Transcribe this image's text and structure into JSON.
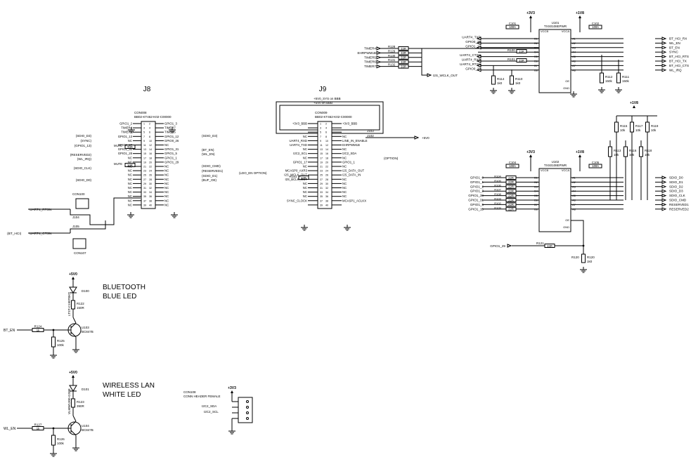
{
  "headers": {
    "j8": "J8",
    "j9": "J9",
    "bt_led": [
      "BLUETOOTH",
      "BLUE LED"
    ],
    "wl_led": [
      "WIRELESS LAN",
      "WHITE LED"
    ]
  },
  "con108": {
    "ref": "CON108",
    "name": "CONN HEADER FEMALE",
    "power": "+3V3",
    "sda": "I2C2_SDA",
    "scl": "I2C2_SCL"
  },
  "con8": {
    "ref": "CON008",
    "part": "BB02-KT462-K02-C00000",
    "left_nets": [
      "GPIO1_2",
      "TIMER4",
      "TIMER5",
      "GPIO1_13",
      "NC",
      "GPIO0_27",
      "GPIO1_30",
      "GPIO1_28",
      "NC",
      "NC",
      "NC",
      "NC",
      "NC",
      "NC",
      "NC",
      "NC",
      "NC",
      "NC",
      "NC",
      "NC"
    ],
    "right_nets": [
      "GPIO1_3",
      "TIMER7",
      "TIMER6",
      "GPIO1_12",
      "GPIO0_26",
      "NC",
      "GPIO1_31",
      "GPIO1_5",
      "GPIO1_1",
      "GPIO1_29",
      "NC",
      "NC",
      "NC",
      "NC",
      "NC",
      "NC",
      "NC",
      "NC",
      "NC",
      "NC"
    ],
    "left_side": [
      "(SDIO_D3)",
      "(SYNC)",
      "(GPIO1_13)",
      "(RESERVED2)",
      "(WL_IRQ)",
      "(SDIO_CLK)",
      "(SDIO_D0)"
    ],
    "right_side": [
      "(SDIO_D3)",
      "(BT_EN)",
      "(WL_EN)",
      "(SDIO_CMD)",
      "(RESERVED1)",
      "(SDIO_D1)",
      "(BUF_OE)"
    ],
    "mute": [
      "MUTE",
      "MUTE"
    ],
    "r33": [
      "33R",
      "33R"
    ]
  },
  "con9": {
    "ref": "CON009",
    "part": "BB02-KT462-K02-C00000",
    "top": [
      "+5V0_SYS on BBB",
      "+5V0 on BBB"
    ],
    "v33": "+3V3_BBB",
    "left_nets": [
      "+3V3_BBB",
      "",
      "",
      "NC",
      "UART4_RXD",
      "UART4_TXD",
      "NC",
      "I2C2_SCL",
      "NC",
      "GPIO1_17",
      "NC",
      "MCASP0_AXR3",
      "I2S_WCLK_OUT",
      "I2S_BCLK_OUT",
      "NC",
      "NC",
      "NC",
      "NC",
      "SYNC_CLOCK",
      ""
    ],
    "right_nets": [
      "+3V3_BBB",
      "",
      "",
      "NC",
      "LINE_IN_ENABLE",
      "EHRPWM1B",
      "NC",
      "I2C2_SDA",
      "NC",
      "GPIO1_1",
      "NC",
      "I2S_DATA_OUT",
      "I2S_DATA_IN",
      "NC",
      "NC",
      "NC",
      "NC",
      "NC",
      "MCASP1_ACLKX",
      ""
    ],
    "side": [
      "(OPTION)",
      "(LDO_EN OPTION)"
    ],
    "r161": "R161",
    "r161_val": "33R",
    "j103": "J103",
    "j102": "J102",
    "v5": "+5V0"
  },
  "jumpers": {
    "con100": "CON100",
    "con107": "CON107",
    "j104": "J104",
    "j105": "J105",
    "rtsn": "UART4_RTSN",
    "ctsn": "UART4_CTSN",
    "bt_hci": "(BT_HCI)"
  },
  "bt_circuit": {
    "vcc": "+5V0",
    "led_ref": "D100",
    "led_part": "LTST-C190TBKT",
    "r_top": "R122",
    "r_top_val": "150R",
    "q": "U103",
    "q_part": "BC847B",
    "r_base": "R124",
    "r_base_val": "1k",
    "r_pd": "R125",
    "r_pd_val": "100k",
    "net": "BT_EN"
  },
  "wl_circuit": {
    "vcc": "+5V0",
    "led_ref": "D101",
    "led_part": "VLMW1300-GS08",
    "r_top": "R123",
    "r_top_val": "390R",
    "q": "U104",
    "q_part": "BC847B",
    "r_base": "R127",
    "r_base_val": "1k",
    "r_pd": "R126",
    "r_pd_val": "100k",
    "net": "WL_EN"
  },
  "u101": {
    "ref": "U101",
    "part": "TXS0108EPWR",
    "vccb": "VCCB",
    "vcca": "VCCA",
    "gnd": "GND",
    "oe": "OE",
    "b_pins": [
      "B1",
      "B2",
      "B3",
      "B4",
      "B5",
      "B6",
      "B7",
      "B8"
    ],
    "a_pins": [
      "A1",
      "A2",
      "A3",
      "A4",
      "A5",
      "A6",
      "A7",
      "A8"
    ],
    "left_nets": [
      "UART4_TXD",
      "GPIO0_26",
      "GPIO1_12",
      "",
      "UART4_CTSN",
      "UART4_RXD",
      "UART4_RTSN",
      "GPIO0_27"
    ],
    "right_nets": [
      "BT_HCI_RX",
      "WL_EN",
      "BT_EN",
      "SYNC",
      "BT_HCI_RTS",
      "BT_HCI_TX",
      "BT_HCI_CTS",
      "WL_IRQ"
    ],
    "c_left": "C101",
    "c_left_val": "100n",
    "c_right": "C102",
    "c_right_val": "100n",
    "timers": [
      "TIMER4",
      "EHRPWM1B",
      "TIMER5",
      "TIMER6",
      "TIMER7"
    ],
    "rn": [
      "R128",
      "R129",
      "R130",
      "R131",
      "R132"
    ],
    "rn_val": "33R",
    "r100": "R100",
    "r101": "R101",
    "r100_val": "33R",
    "r114": "R114",
    "r114_val": "1k0",
    "r110": "R110",
    "r110_val": "1k0",
    "r112": "R112",
    "r112_val": "150k",
    "r111": "R111",
    "r111_val": "150k",
    "wclk": "I2S_WCLK_OUT",
    "v33": "+3V3",
    "v18": "+1V8"
  },
  "u102": {
    "ref": "U102",
    "part": "TXS0108EPWR",
    "vccb": "VCCB",
    "vcca": "VCCA",
    "gnd": "GND",
    "oe": "OE",
    "b_pins": [
      "B1",
      "B2",
      "B3",
      "B4",
      "B5",
      "B6",
      "B7",
      "B8"
    ],
    "a_pins": [
      "A1",
      "A2",
      "A3",
      "A4",
      "A5",
      "A6",
      "A7",
      "A8"
    ],
    "left_nets": [
      "GPIO1_0",
      "GPIO1_1",
      "GPIO1_2",
      "GPIO1_3",
      "GPIO1_30",
      "GPIO1_31",
      "GPIO1_5",
      "GPIO1_15"
    ],
    "right_nets": [
      "SDIO_D0",
      "SDIO_D1",
      "SDIO_D2",
      "SDIO_D3",
      "SDIO_CLK",
      "SDIO_CMD",
      "RESERVED1",
      "RESERVED2"
    ],
    "rseries": [
      "R104",
      "R105",
      "R106",
      "R107",
      "R108",
      "R103",
      "R102",
      "R109"
    ],
    "rseries_val": "22R",
    "c_left": "C104",
    "c_left_val": "100n",
    "c_right": "C105",
    "c_right_val": "100n",
    "pullups": [
      "R115",
      "R117",
      "R119",
      "R113",
      "R116",
      "R118"
    ],
    "pullup_val": "10k",
    "r121": "R121",
    "r121_val": "33R",
    "r120": "R120",
    "r120_val": "1k0",
    "oe_net": "GPIO1_29",
    "v33": "+3V3",
    "v18": "+1V8"
  }
}
